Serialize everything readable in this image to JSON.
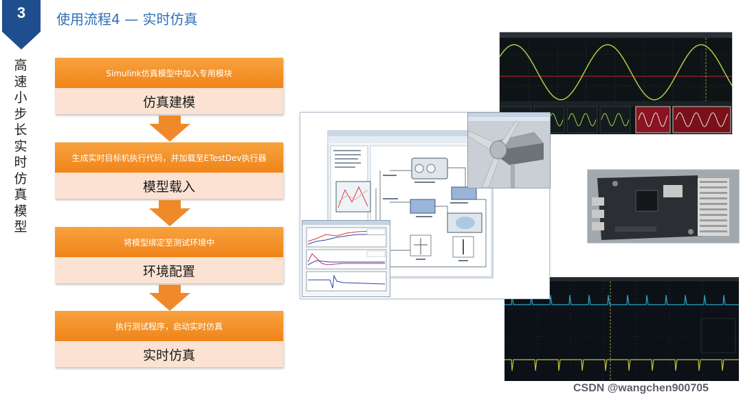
{
  "section": {
    "number": "3",
    "title": "使用流程4 — 实时仿真"
  },
  "vertical_title": "高速小步长实时仿真模型",
  "steps": [
    {
      "action": "Simulink仿真模型中加入专用模块",
      "name": "仿真建模"
    },
    {
      "action": "生成实时目标机执行代码，并加载至ETestDev执行器",
      "name": "模型载入"
    },
    {
      "action": "将模型绑定至测试环境中",
      "name": "环境配置"
    },
    {
      "action": "执行测试程序，启动实时仿真",
      "name": "实时仿真"
    }
  ],
  "watermark": "CSDN @wangchen900705",
  "colors": {
    "badge": "#1f4e8f",
    "title": "#2f6fb7",
    "step_head": "#f29024",
    "step_body": "#fbe2d2",
    "arrow": "#f0892a",
    "scope_sine": "#a8d24a",
    "scope_pulse": "#2aa6c8",
    "scope_trace2": "#c9c23a"
  },
  "images": {
    "scope_top": "oscilloscope-sine-wave",
    "board": "hardware-board",
    "scope_bottom": "oscilloscope-pulse-trace",
    "simulink": "simulink-model-window",
    "rotor": "wind-turbine-3d-view",
    "plots": "simulation-plot-window"
  }
}
